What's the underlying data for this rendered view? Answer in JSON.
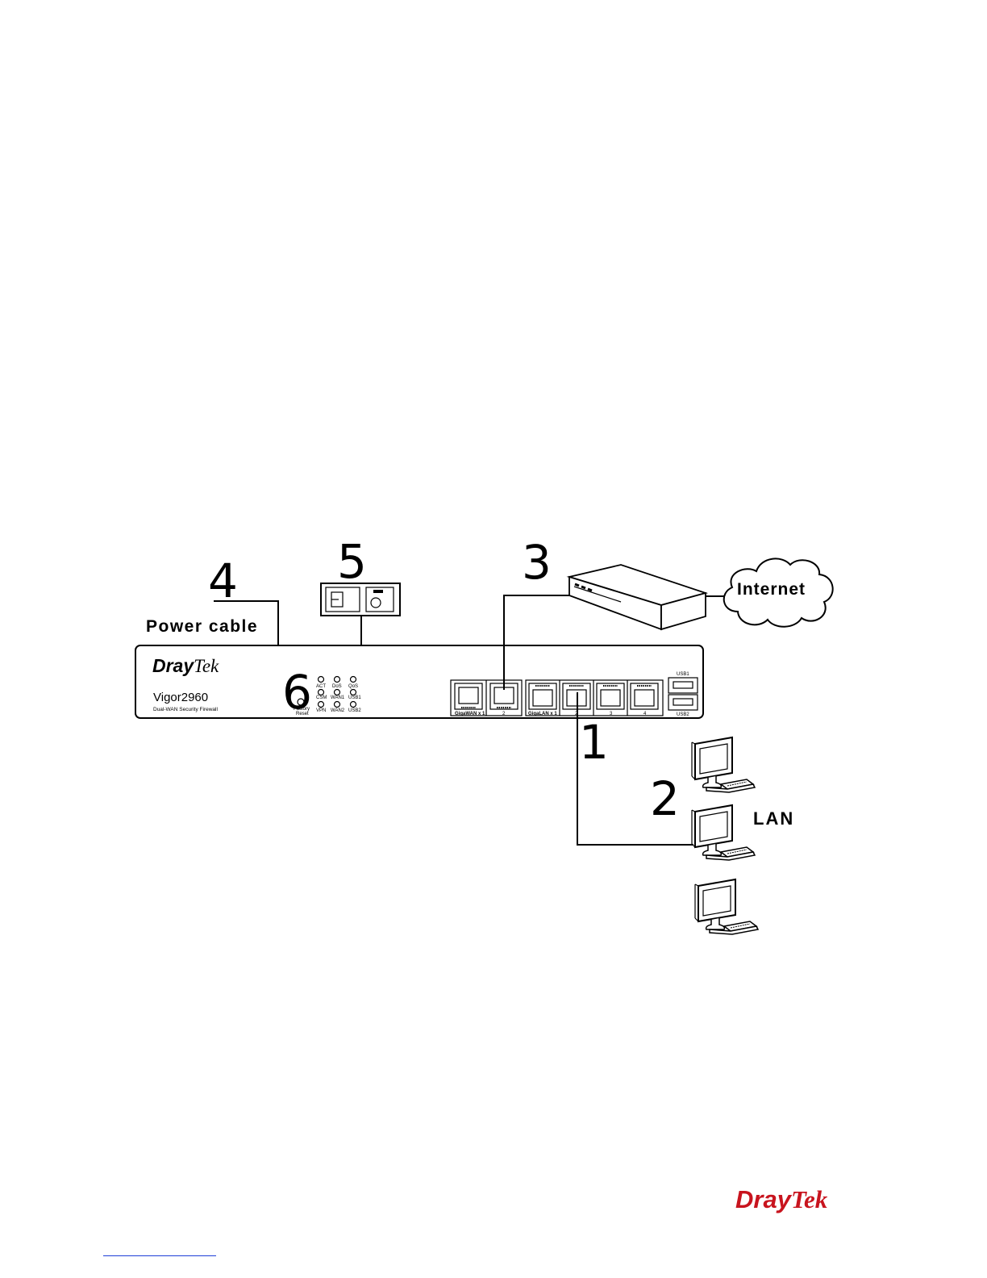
{
  "callouts": {
    "one": "1",
    "two": "2",
    "three": "3",
    "four": "4",
    "five": "5",
    "six": "6"
  },
  "labels": {
    "power_cable": "Power cable",
    "internet": "Internet",
    "lan": "LAN"
  },
  "router": {
    "brand": "DrayTek",
    "brand_dray": "Dray",
    "brand_tek": "Tek",
    "model": "Vigor2960",
    "description": "Dual-WAN Security Firewall",
    "leds": [
      "ACT",
      "DoS",
      "QoS",
      "CSM",
      "WAN1",
      "USB1",
      "VPN",
      "WAN2",
      "USB2"
    ],
    "factory_reset_line1": "Factory",
    "factory_reset_line2": "Reset",
    "wan_label": "GigaWAN x 1",
    "wan_port2": "2",
    "lan_label": "GigaLAN x 1",
    "lan_ports": [
      "2",
      "3",
      "4"
    ],
    "usb1": "USB1",
    "usb2": "USB2"
  },
  "footer_logo": {
    "dray": "Dray",
    "tek": "Tek",
    "color": "#c8141e"
  }
}
